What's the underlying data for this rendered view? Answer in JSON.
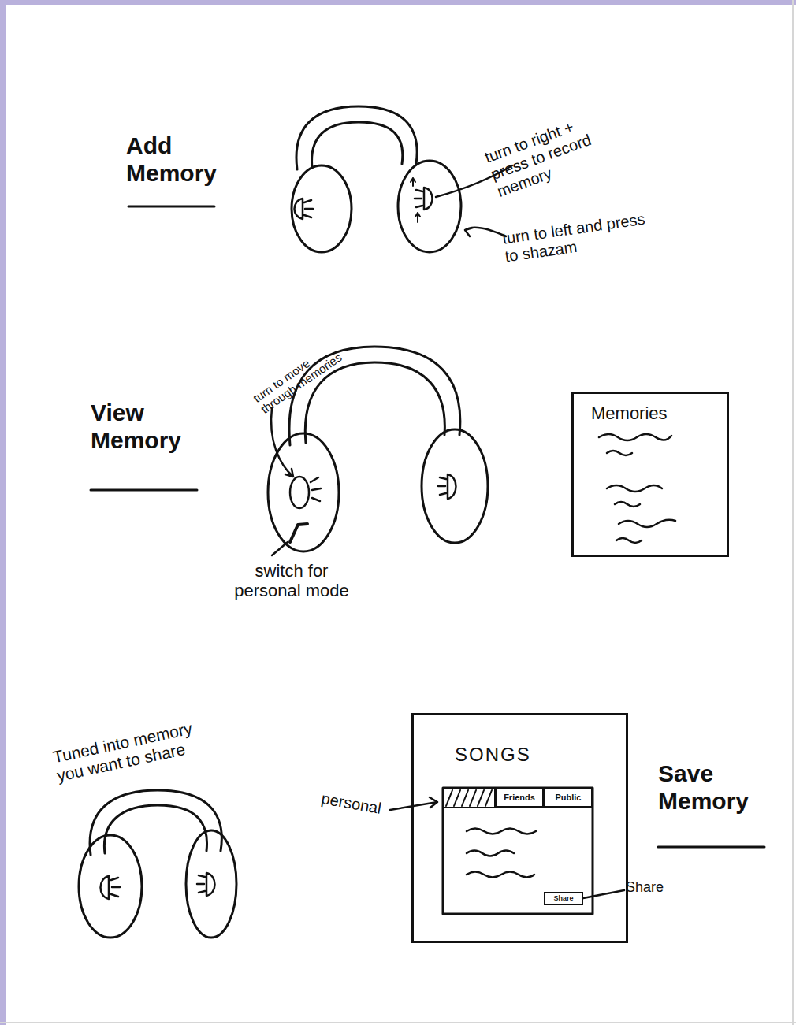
{
  "diagram": {
    "nodes": [
      {
        "text": [
          "Memories"
        ]
      },
      {
        "text": [
          "SONGS"
        ]
      },
      {
        "text": [
          "Friends"
        ],
        "in": 1
      },
      {
        "text": [
          "Public"
        ],
        "in": 1
      },
      {
        "text": [
          "Share"
        ],
        "in": 1
      }
    ],
    "labels": [
      "Add Memory",
      "turn to right + press to record memory",
      "turn to left and press to shazam",
      "View Memory",
      "turn to move through memories",
      "switch for personal mode",
      "Tuned into memory you want to share",
      "personal",
      "Share",
      "Save Memory"
    ]
  }
}
